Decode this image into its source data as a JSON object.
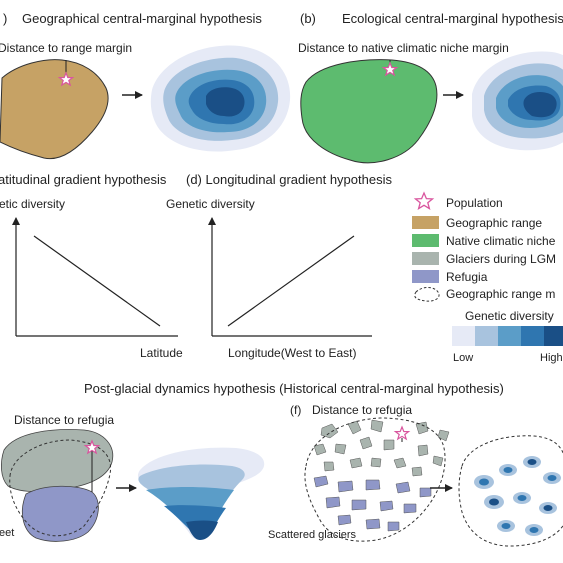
{
  "panel_a": {
    "letter": ")",
    "title": "Geographical central-marginal hypothesis",
    "label": "Distance to range margin"
  },
  "panel_b": {
    "letter": "(b)",
    "title": "Ecological central-marginal hypothesis",
    "label": "Distance to native climatic niche margin"
  },
  "panel_c": {
    "title": "atitudinal gradient hypothesis",
    "ylabel": "etic diversity",
    "xlabel": "Latitude",
    "trend": "decreasing"
  },
  "panel_d": {
    "title": "(d) Longitudinal gradient hypothesis",
    "ylabel": "Genetic diversity",
    "xlabel": "Longitude(West to East)",
    "trend": "increasing"
  },
  "legend": {
    "items": [
      {
        "label": "Population",
        "icon": "star-icon",
        "color": "#d9559e"
      },
      {
        "label": "Geographic range",
        "icon": "swatch",
        "color": "#c6a265"
      },
      {
        "label": "Native climatic niche",
        "icon": "swatch",
        "color": "#5dbb6f"
      },
      {
        "label": "Glaciers during LGM",
        "icon": "swatch",
        "color": "#a9b4ae"
      },
      {
        "label": "Refugia",
        "icon": "swatch",
        "color": "#8f97c8"
      },
      {
        "label": "Geographic range m",
        "icon": "dashed-outline",
        "color": "#333333"
      }
    ],
    "scale_title": "Genetic diversity",
    "scale_low": "Low",
    "scale_high": "High",
    "scale_colors": [
      "#e6eaf6",
      "#a8c3de",
      "#5b9dc8",
      "#2f76b0",
      "#1a4f86"
    ]
  },
  "panel_e": {
    "title": "Post-glacial dynamics hypothesis (Historical central-marginal hypothesis)",
    "label": "Distance to refugia",
    "note": "eet"
  },
  "panel_f": {
    "letter": "(f)",
    "label": "Distance to refugia",
    "note": "Scattered glaciers"
  },
  "colors": {
    "range": "#c6a265",
    "niche": "#5dbb6f",
    "glacier": "#a9b4ae",
    "refugia": "#8f97c8",
    "star": "#d9559e"
  }
}
